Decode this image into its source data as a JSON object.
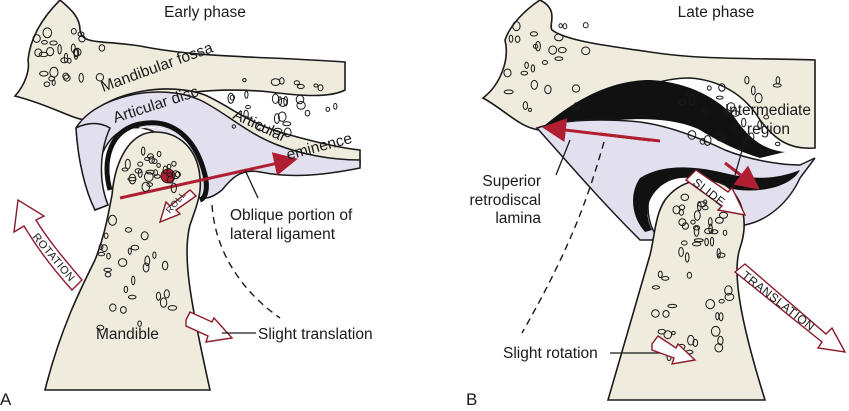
{
  "panels": [
    {
      "id": "A",
      "letter": "A",
      "title": "Early phase",
      "labels": {
        "mandibular_fossa": "Mandibular fossa",
        "articular_disc": "Articular disc",
        "articular_eminence": "Articular eminence",
        "oblique_line1": "Oblique portion of",
        "oblique_line2": "lateral ligament",
        "mandible": "Mandible",
        "slight_translation": "Slight translation"
      },
      "arrows": {
        "rotation": "ROTATION",
        "roll": "ROLL"
      }
    },
    {
      "id": "B",
      "letter": "B",
      "title": "Late phase",
      "labels": {
        "intermediate_line1": "Intermediate",
        "intermediate_line2": "region",
        "superior_line1": "Superior",
        "superior_line2": "retrodiscal",
        "superior_line3": "lamina",
        "slight_rotation": "Slight rotation"
      },
      "arrows": {
        "slide": "SLIDE",
        "translation": "TRANSLATION"
      }
    }
  ],
  "colors": {
    "bone": "#efebdd",
    "disc": "#e2e0ef",
    "accent_red": "#b01e32",
    "outline": "#1a1a1a"
  }
}
